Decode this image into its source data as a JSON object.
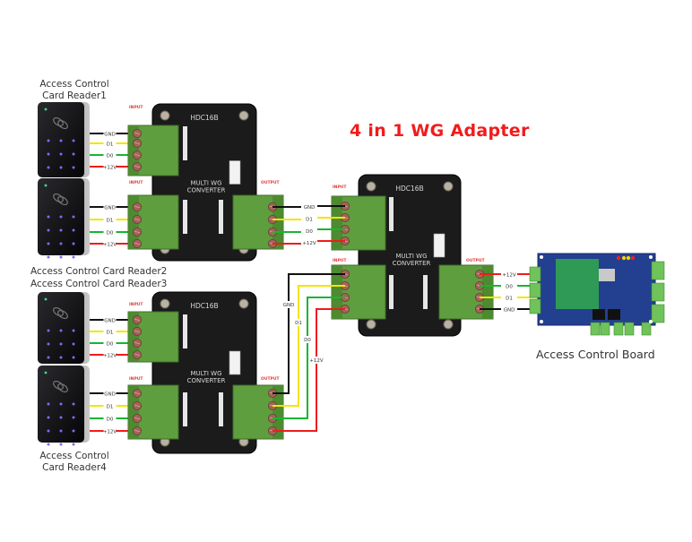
{
  "diagram": {
    "title": "4 in 1 WG Adapter",
    "title_color": "#f21b1b",
    "readers": [
      {
        "id": "reader1",
        "label_line1": "Access Control",
        "label_line2": "Card Reader1"
      },
      {
        "id": "reader2",
        "label_line1": "Access Control Card Reader2",
        "label_line2": ""
      },
      {
        "id": "reader3",
        "label_line1": "Access Control Card Reader3",
        "label_line2": ""
      },
      {
        "id": "reader4",
        "label_line1": "Access Control",
        "label_line2": "Card Reader4"
      }
    ],
    "converters": [
      {
        "id": "converter-top",
        "model": "HDC16B",
        "text_line1": "MULTI WG",
        "text_line2": "CONVERTER"
      },
      {
        "id": "converter-bottom",
        "model": "HDC16B",
        "text_line1": "MULTI WG",
        "text_line2": "CONVERTER"
      },
      {
        "id": "converter-main",
        "model": "HDC16B",
        "text_line1": "MULTI WG",
        "text_line2": "CONVERTER"
      }
    ],
    "port_labels": {
      "input": "INPUT",
      "output": "OUTPUT"
    },
    "wires": {
      "gnd": {
        "label": "GND",
        "color": "#111111"
      },
      "d1": {
        "label": "D1",
        "color": "#f5e400"
      },
      "d0": {
        "label": "D0",
        "color": "#19b530"
      },
      "v12": {
        "label": "+12V",
        "color": "#ee1c1c"
      }
    },
    "board_wire_labels": [
      "+12V",
      "D0",
      "D1",
      "GND"
    ],
    "board": {
      "caption": "Access Control Board"
    }
  }
}
